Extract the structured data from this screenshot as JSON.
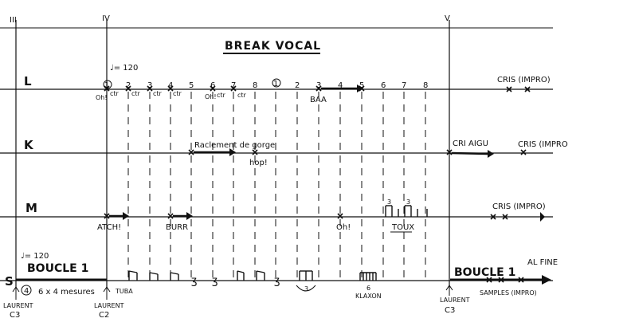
{
  "title": "BREAK VOCAL",
  "sections": {
    "s3": "III",
    "s4": "IV",
    "s5": "V"
  },
  "tempo_top": "♩= 120",
  "tempo_bottom": "♩= 120",
  "staves": {
    "L": "L",
    "K": "K",
    "M": "M",
    "S": "S"
  },
  "beats_1": [
    "1",
    "2",
    "3",
    "4",
    "5",
    "6",
    "7",
    "8"
  ],
  "beats_2": [
    "1",
    "2",
    "3",
    "4",
    "5",
    "6",
    "7",
    "8"
  ],
  "oh_labels": [
    "Oh!",
    "ctr",
    "ctr",
    "ctr",
    "ctr"
  ],
  "oh_labels_2": [
    "Oh!",
    "ctr",
    "ctr"
  ],
  "L_texts": {
    "baa": "BAA",
    "cris": "CRIS (IMPRO)"
  },
  "K_texts": {
    "raclement": "Raclement de gorge",
    "hop": "hop!",
    "cri_aigu": "CRI AIGU",
    "cris_impro": "CRIS (IMPRO"
  },
  "M_texts": {
    "atch": "ATCH!",
    "burr": "BURR",
    "oh": "Oh!",
    "toux": "TOUX",
    "cris_impro": "CRIS (IMPRO)",
    "triplet": "3"
  },
  "S_texts": {
    "boucle1": "BOUCLE 1",
    "mesures": "6 x 4 mesures",
    "tuba": "TUBA",
    "klaxon": "KLAXON",
    "boucle1_b": "BOUCLE 1",
    "samples": "SAMPLES (IMPRO)",
    "al_fine": "AL FINE",
    "four": "4",
    "triplet": "3",
    "six": "6"
  },
  "cues": {
    "laurent_c3": {
      "name": "LAURENT",
      "code": "C3"
    },
    "laurent_c2": {
      "name": "LAURENT",
      "code": "C2"
    },
    "laurent_c3b": {
      "name": "LAURENT",
      "code": "C3"
    }
  }
}
